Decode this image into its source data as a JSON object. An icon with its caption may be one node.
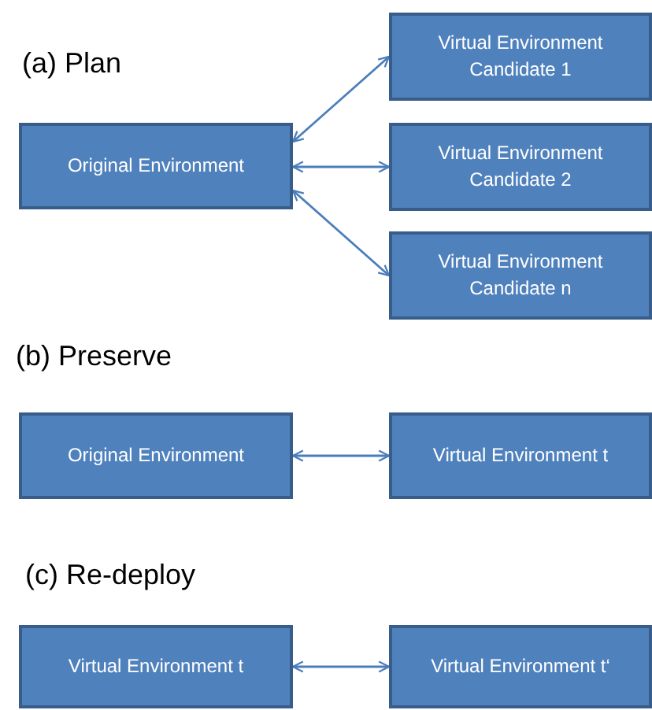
{
  "diagram": {
    "nodes": [
      {
        "text": [
          "Original Environment"
        ]
      },
      {
        "text": [
          "Virtual Environment Candidate 1"
        ]
      },
      {
        "text": [
          "Virtual Environment Candidate 2"
        ]
      },
      {
        "text": [
          "Virtual Environment Candidate n"
        ]
      },
      {
        "text": [
          "Original Environment"
        ]
      },
      {
        "text": [
          "Virtual Environment t"
        ]
      },
      {
        "text": [
          "Virtual Environment t"
        ]
      },
      {
        "text": [
          "Virtual Environment t‘"
        ]
      }
    ],
    "edges": [
      {
        "from": 0,
        "to": 1,
        "arrow": "both"
      },
      {
        "from": 0,
        "to": 2,
        "arrow": "both"
      },
      {
        "from": 0,
        "to": 3,
        "arrow": "both"
      },
      {
        "from": 4,
        "to": 5,
        "arrow": "both"
      },
      {
        "from": 6,
        "to": 7,
        "arrow": "both"
      }
    ],
    "labels": [
      "(a) Plan",
      "(b) Preserve",
      "(c) Re-deploy"
    ]
  }
}
